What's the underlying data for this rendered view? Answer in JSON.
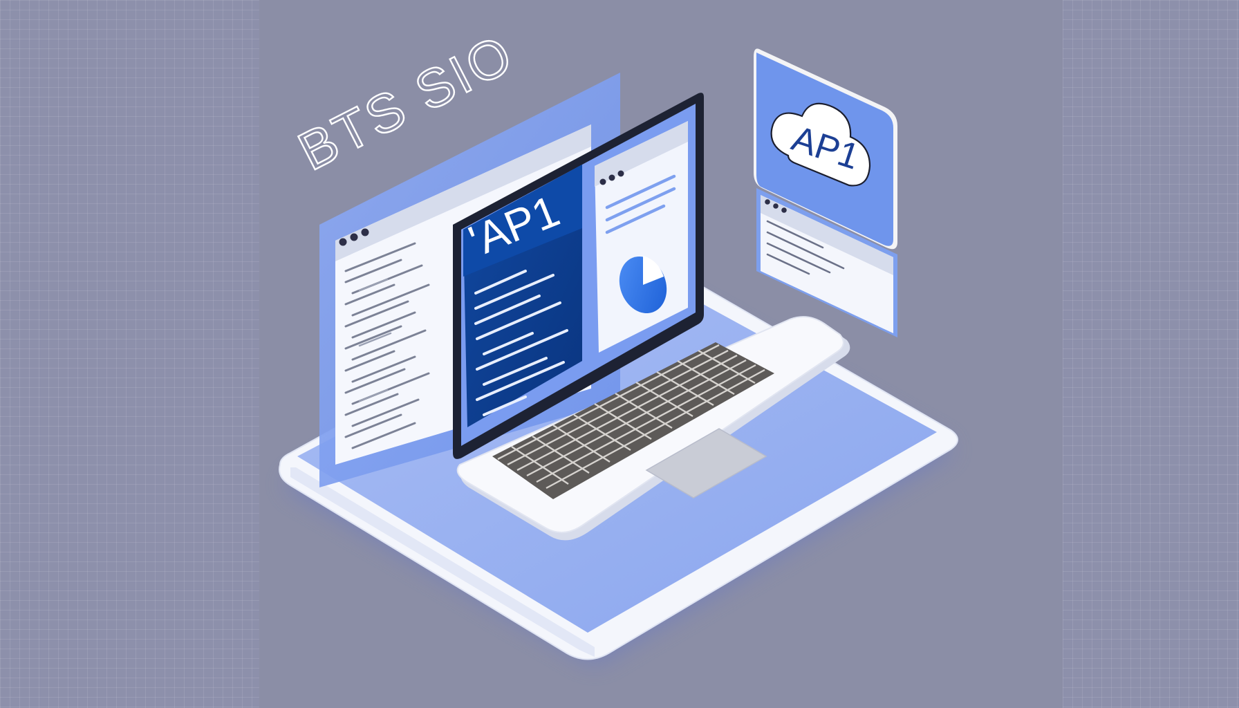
{
  "title": "BTS SIO",
  "laptop_screen": {
    "heading": "'AP1"
  },
  "cloud_card": {
    "label": "AP1"
  },
  "colors": {
    "background": "#8b8ea6",
    "platform": "#9db4f0",
    "platform_edge": "#ffffff",
    "panel_blue": "#7fa2f0",
    "screen_dark": "#0c3f8f",
    "accent": "#3b82f6"
  },
  "icons": [
    "window-dots-icon",
    "pie-chart-icon",
    "cloud-icon",
    "trackpad",
    "keyboard"
  ]
}
